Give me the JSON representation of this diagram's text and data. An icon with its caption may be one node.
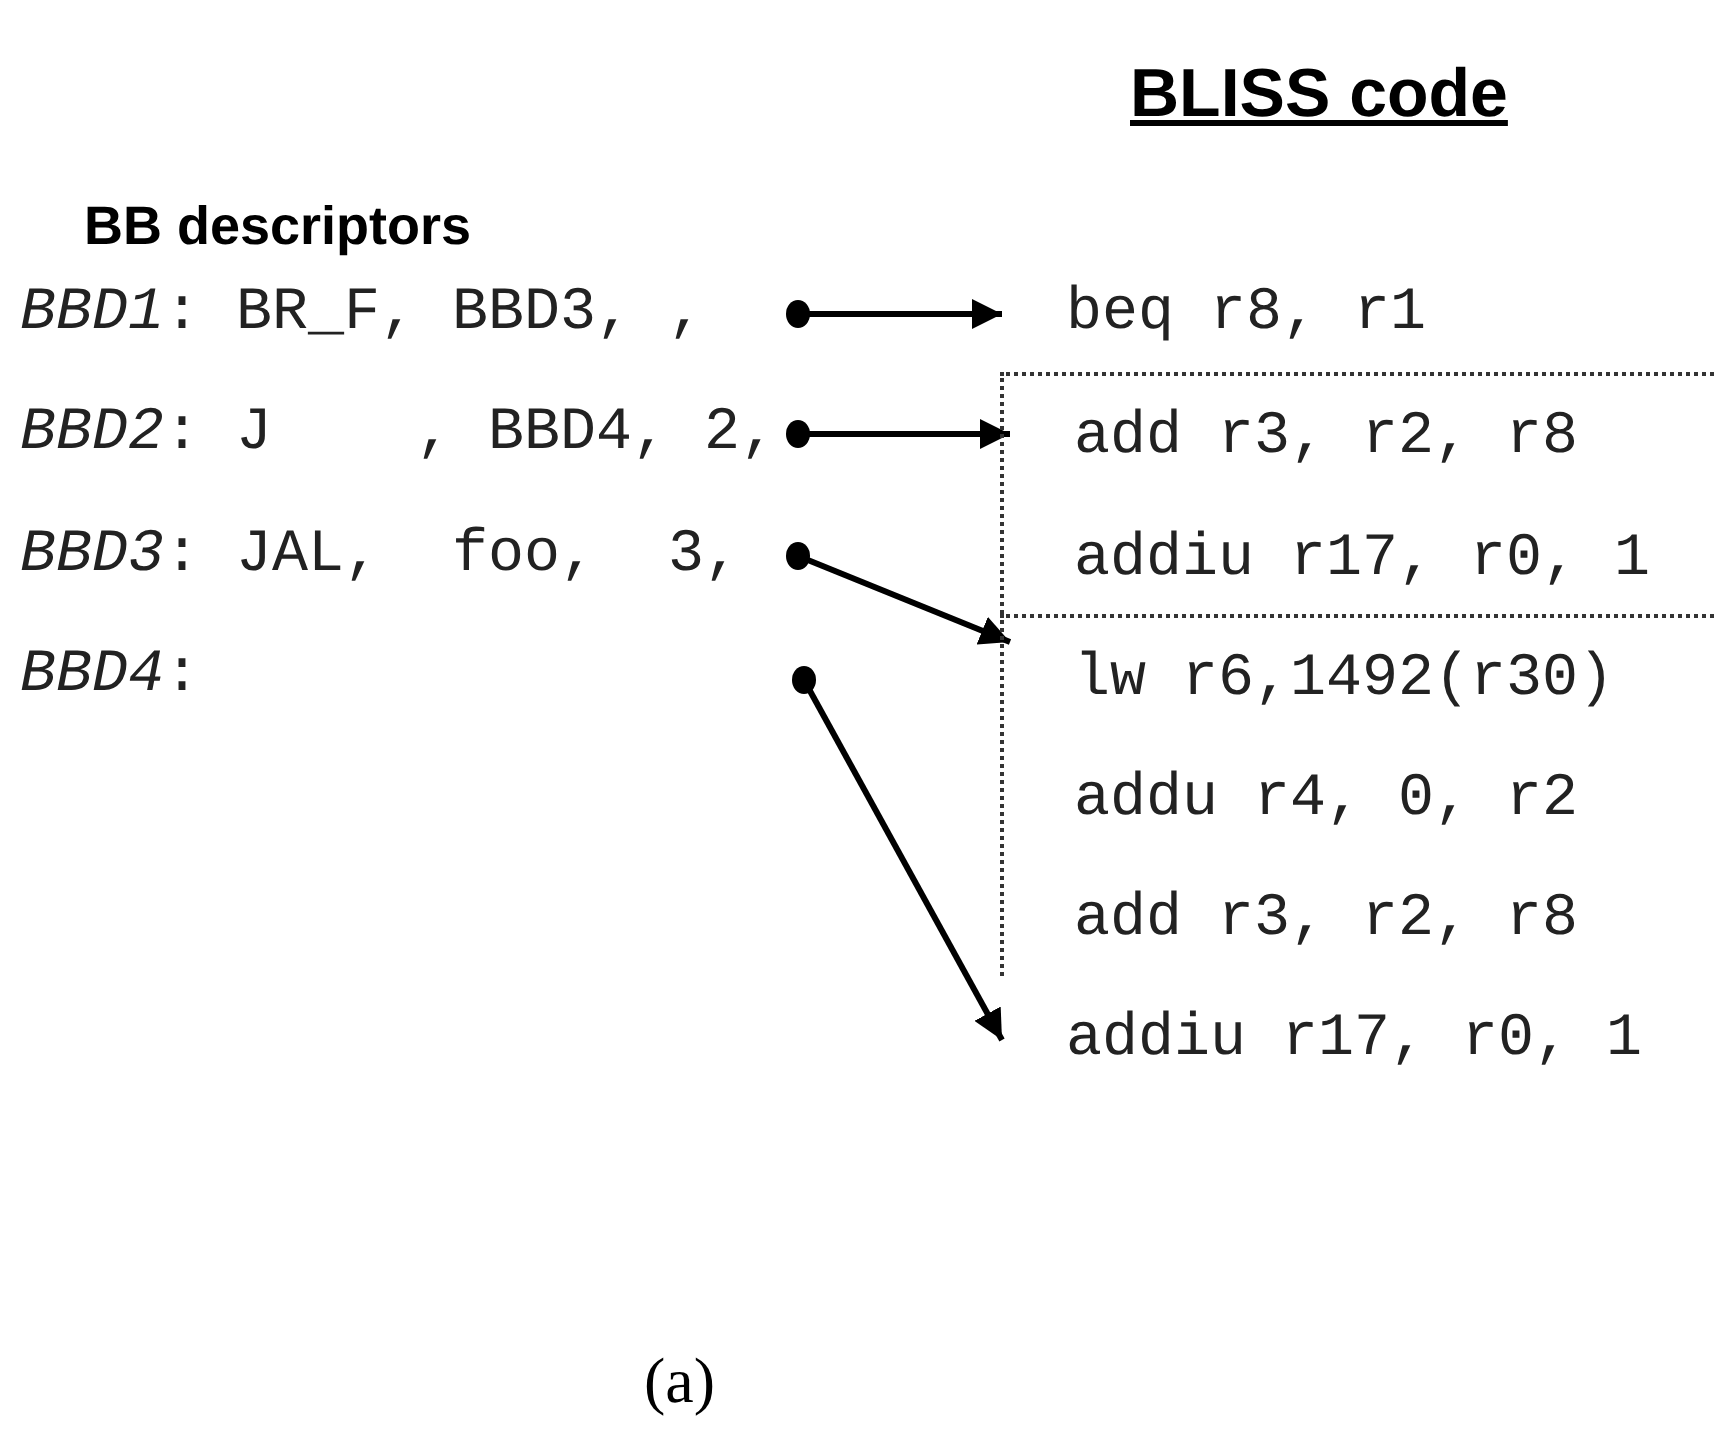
{
  "diagram": {
    "title": "BLISS code",
    "caption": "(a)",
    "labels": [
      "BB descriptors"
    ],
    "nodes": [
      {
        "text": [
          "*BBD1*: BR_F, BBD3, ,"
        ]
      },
      {
        "text": [
          "*BBD2*: J    , BBD4, 2,"
        ]
      },
      {
        "text": [
          "*BBD3*: JAL,  foo,  3,"
        ]
      },
      {
        "text": [
          "*BBD4*:"
        ]
      },
      {
        "text": [],
        "shape": "circle"
      },
      {
        "text": [],
        "shape": "circle"
      },
      {
        "text": [],
        "shape": "circle"
      },
      {
        "text": [],
        "shape": "circle"
      },
      {
        "text": [
          "beq r8, r1"
        ]
      },
      {
        "text": [],
        "shape": "box"
      },
      {
        "text": [
          "add r3, r2, r8"
        ],
        "in": 9
      },
      {
        "text": [
          "addiu r17, r0, 1"
        ],
        "in": 9
      },
      {
        "text": [],
        "shape": "box"
      },
      {
        "text": [
          "lw r6,1492(r30)"
        ],
        "in": 12
      },
      {
        "text": [
          "addu r4, 0, r2"
        ],
        "in": 12
      },
      {
        "text": [
          "add r3, r2, r8"
        ],
        "in": 12
      },
      {
        "text": [
          "addiu r17, r0, 1"
        ]
      }
    ],
    "edges": [
      {
        "from": 4,
        "to": 8,
        "arrow": "to"
      },
      {
        "from": 5,
        "to": 10,
        "arrow": "to"
      },
      {
        "from": 6,
        "to": 13,
        "arrow": "to"
      },
      {
        "from": 7,
        "to": 16,
        "arrow": "to"
      }
    ]
  }
}
